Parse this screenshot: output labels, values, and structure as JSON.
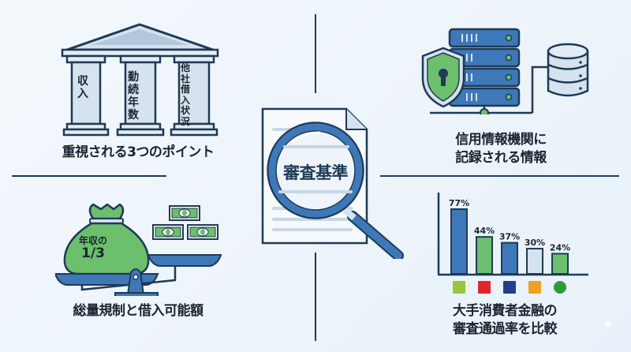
{
  "center": {
    "title": "審査基準"
  },
  "quadrants": {
    "top_left": {
      "caption": "重視される3つのポイント",
      "pillars": [
        {
          "label": "収入"
        },
        {
          "label": "勤続年数"
        },
        {
          "label": "他社借入状況"
        }
      ]
    },
    "top_right": {
      "caption_line1": "信用情報機関に",
      "caption_line2": "記録される情報"
    },
    "bottom_left": {
      "caption": "総量規制と借入可能額",
      "bag_label_line1": "年収の",
      "bag_label_line2": "1/3"
    },
    "bottom_right": {
      "caption_line1": "大手消費者金融の",
      "caption_line2": "審査通過率を比較"
    }
  },
  "chart_data": {
    "type": "bar",
    "title": "大手消費者金融の審査通過率を比較",
    "categories": [
      "logo-1",
      "logo-2",
      "logo-3",
      "logo-4",
      "logo-5"
    ],
    "values": [
      77,
      44,
      37,
      30,
      24
    ],
    "labels": [
      "77%",
      "44%",
      "37%",
      "30%",
      "24%"
    ],
    "bar_colors": [
      "#3e78b8",
      "#6cbf6c",
      "#3e78b8",
      "#d6e2ee",
      "#6cbf6c"
    ],
    "logo_colors": [
      "#9bc53d",
      "#e0262b",
      "#1f3f8f",
      "#f0a020",
      "#2f9a3a"
    ],
    "xlabel": "",
    "ylabel": "",
    "ylim": [
      0,
      100
    ],
    "grid": false
  },
  "colors": {
    "navy": "#1f3a56",
    "blue": "#3e78b8",
    "green": "#6cbf6c",
    "light_blue": "#d6e2ee"
  }
}
